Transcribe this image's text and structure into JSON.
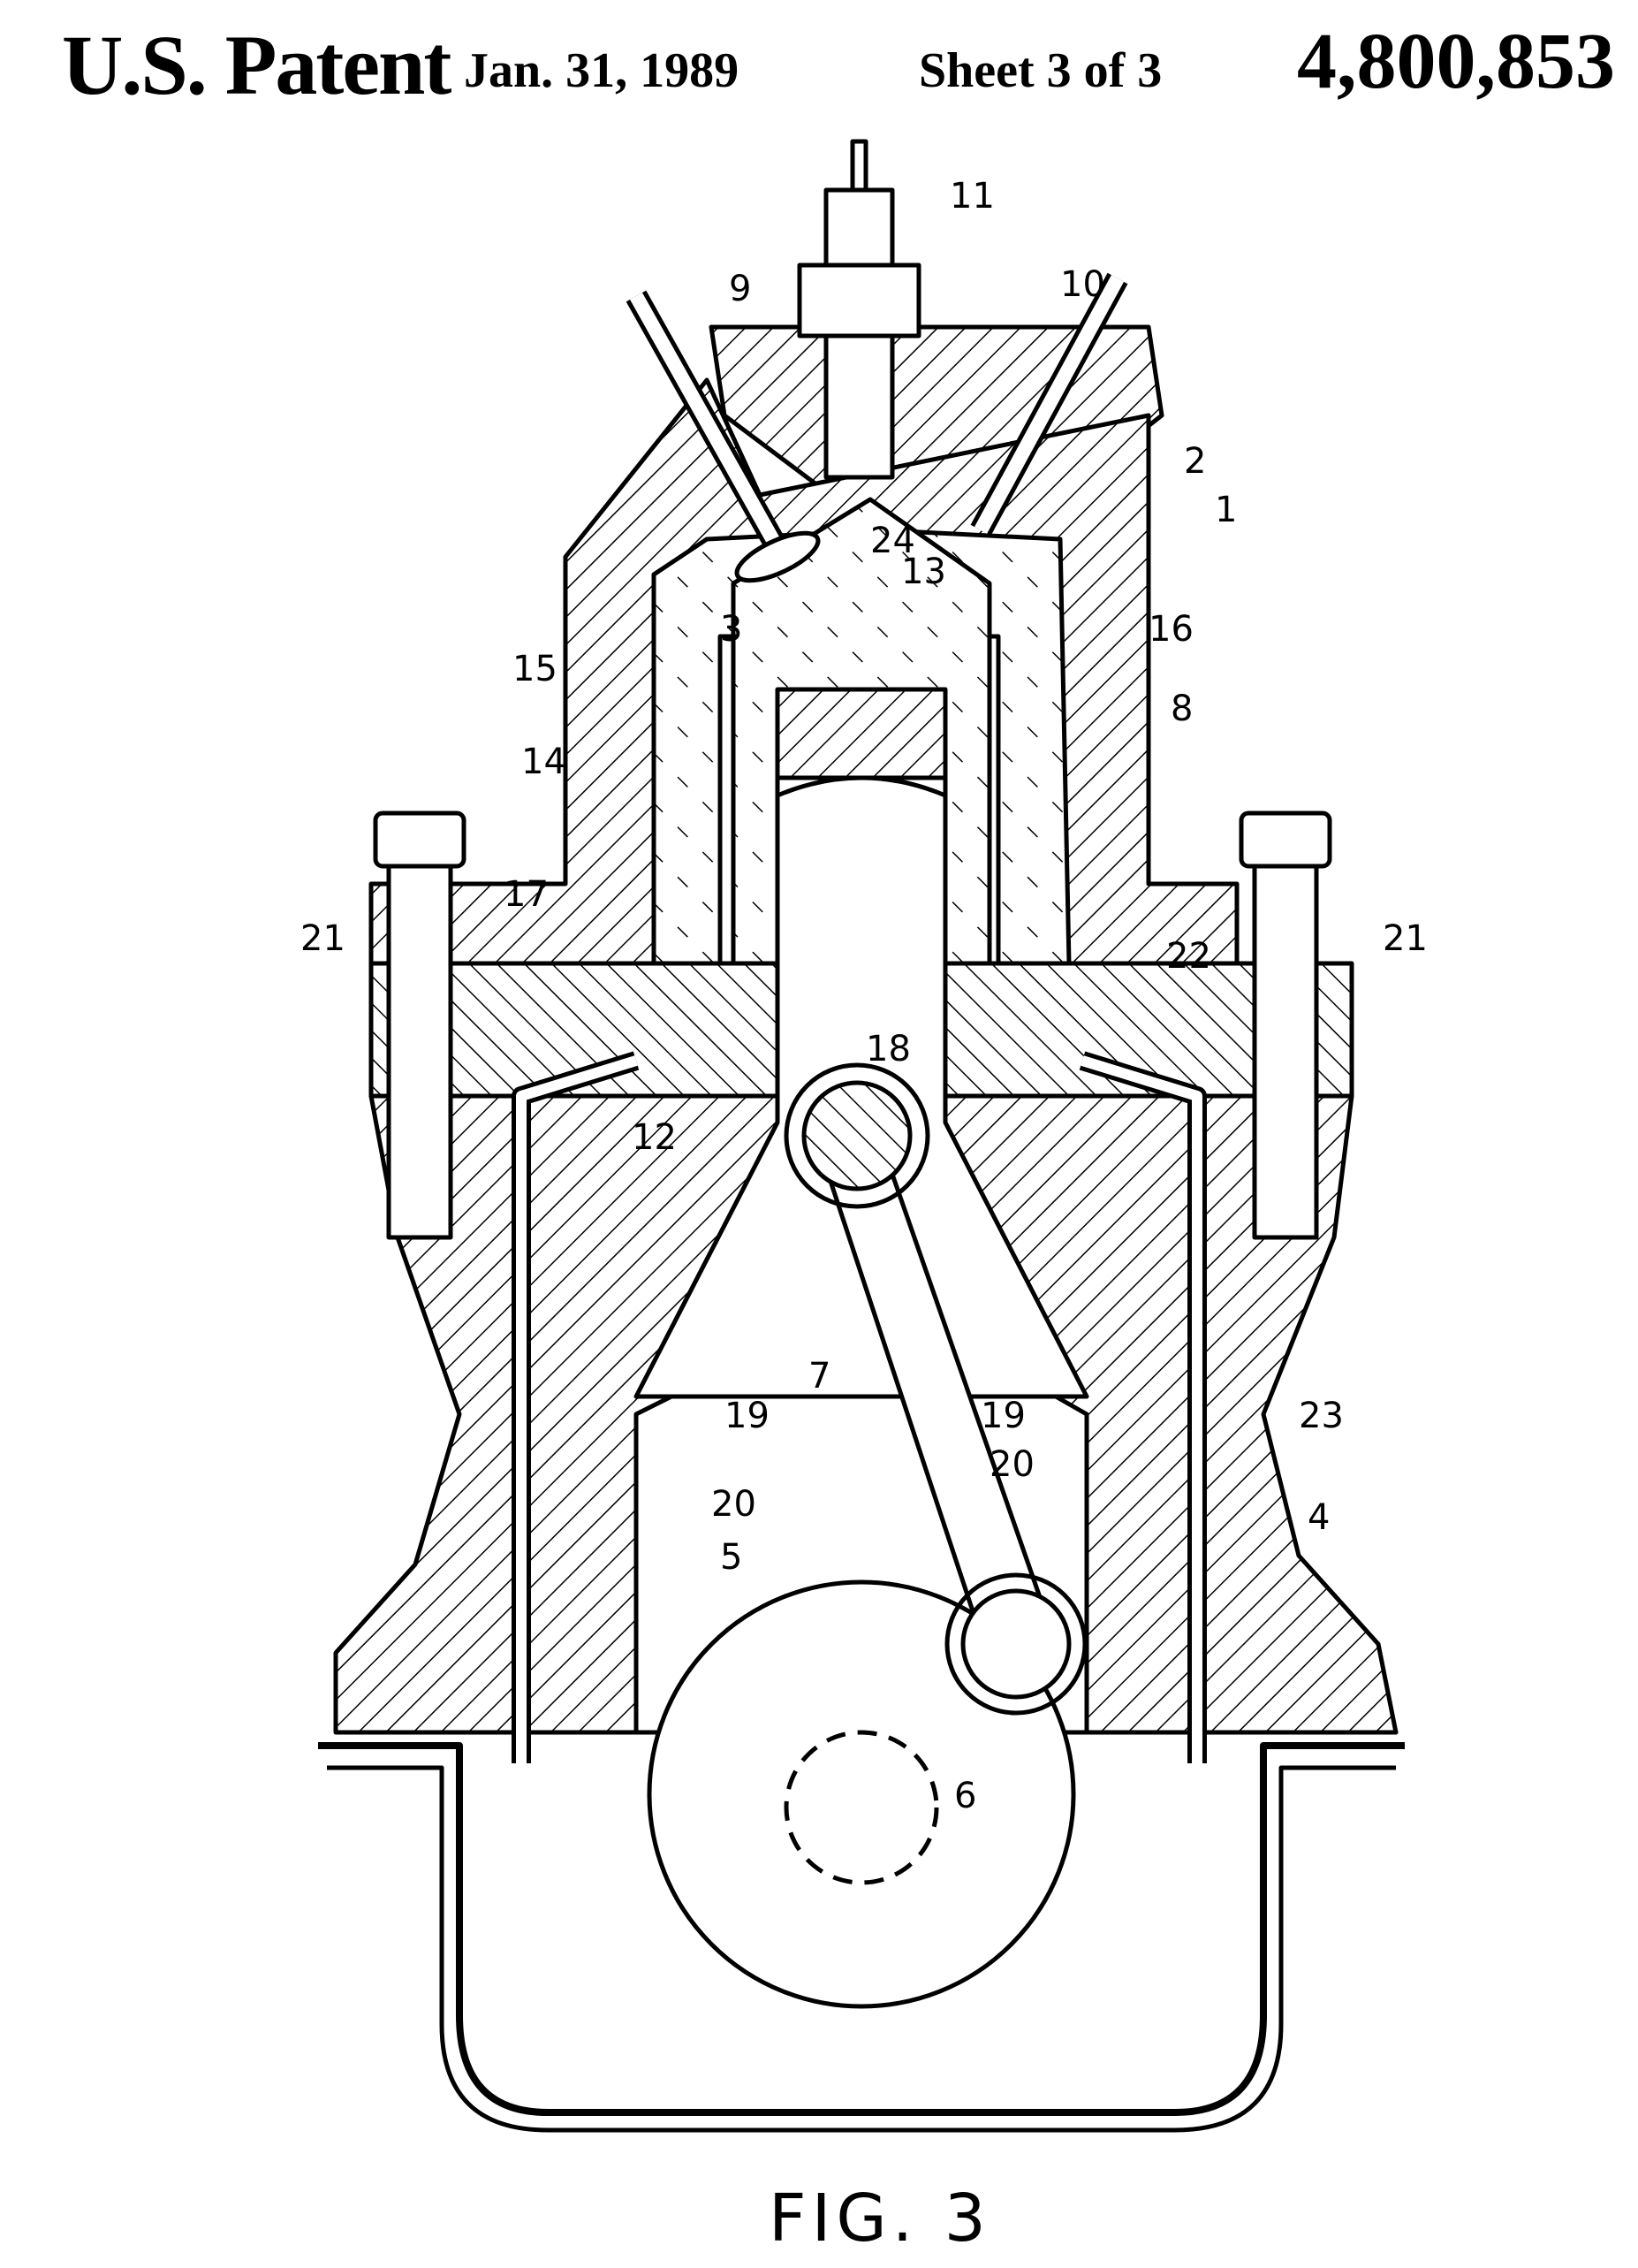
{
  "header": {
    "title": "U.S. Patent",
    "date": "Jan. 31, 1989",
    "sheet": "Sheet 3 of 3",
    "patent_number": "4,800,853"
  },
  "figure": {
    "caption": "FIG. 3",
    "labels": {
      "l1": "1",
      "l2": "2",
      "l3": "3",
      "l4": "4",
      "l5": "5",
      "l6": "6",
      "l7": "7",
      "l8": "8",
      "l9": "9",
      "l10": "10",
      "l11": "11",
      "l12": "12",
      "l13": "13",
      "l14": "14",
      "l15": "15",
      "l16": "16",
      "l17": "17",
      "l18": "18",
      "l19a": "19",
      "l19b": "19",
      "l20a": "20",
      "l20b": "20",
      "l21a": "21",
      "l21b": "21",
      "l22": "22",
      "l23": "23",
      "l24": "24"
    }
  },
  "colors": {
    "ink": "#000000",
    "paper": "#ffffff"
  }
}
